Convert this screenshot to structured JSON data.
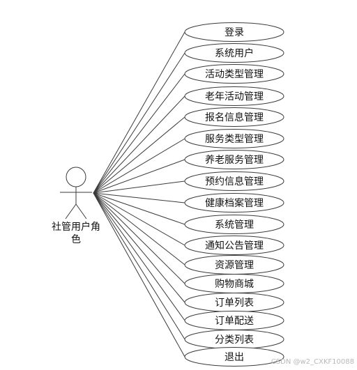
{
  "actor": {
    "label_line1": "社管用户角",
    "label_line2": "色"
  },
  "use_cases": [
    "登录",
    "系统用户",
    "活动类型管理",
    "老年活动管理",
    "报名信息管理",
    "服务类型管理",
    "养老服务管理",
    "预约信息管理",
    "健康档案管理",
    "系统管理",
    "通知公告管理",
    "资源管理",
    "购物商城",
    "订单列表",
    "订单配送",
    "分类列表",
    "退出"
  ],
  "watermark": "CSDN @w2_CXKF10088"
}
